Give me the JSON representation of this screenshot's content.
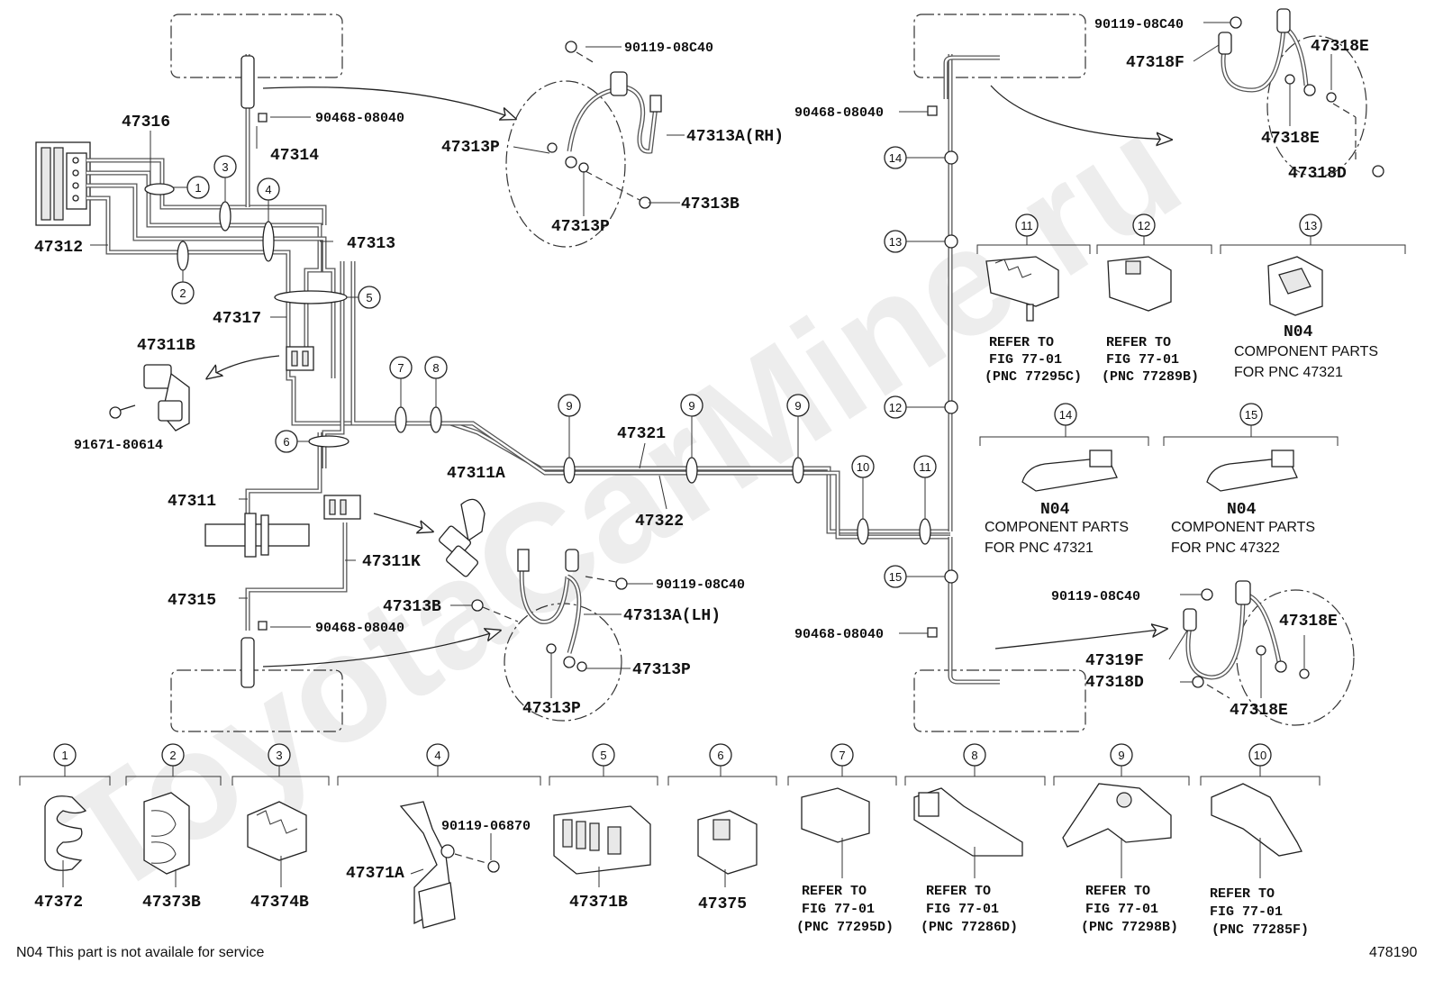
{
  "watermark": "ToyotaCarMine.ru",
  "diagram_id": "478190",
  "footnote": "N04  This part is not availale for service",
  "labels": {
    "p47316": "47316",
    "p47314": "47314",
    "p47312": "47312",
    "p47313": "47313",
    "p47317": "47317",
    "p47311B": "47311B",
    "p91671": "91671-80614",
    "p47311": "47311",
    "p47311K": "47311K",
    "p47315": "47315",
    "p47311A": "47311A",
    "p47321": "47321",
    "p47322": "47322",
    "p90468_tl": "90468-08040",
    "p90468_bl": "90468-08040",
    "p90468_tr": "90468-08040",
    "p90468_br": "90468-08040",
    "p90119_top": "90119-08C40",
    "p47313A_RH": "47313A(RH)",
    "p47313P_a": "47313P",
    "p47313P_b": "47313P",
    "p47313B_top": "47313B",
    "p90119_mid": "90119-08C40",
    "p47313B_bot": "47313B",
    "p47313A_LH": "47313A(LH)",
    "p47313P_c": "47313P",
    "p47313P_d": "47313P",
    "p90119_tr": "90119-08C40",
    "p47318F": "47318F",
    "p47318E_a": "47318E",
    "p47318E_b": "47318E",
    "p47318D_a": "47318D",
    "p90119_br": "90119-08C40",
    "p47319F": "47319F",
    "p47318D_b": "47318D",
    "p47318E_c": "47318E",
    "p47318E_d": "47318E",
    "p90119_06870": "90119-06870"
  },
  "callouts": {
    "c1": "1",
    "c2": "2",
    "c3": "3",
    "c4": "4",
    "c5": "5",
    "c6": "6",
    "c7": "7",
    "c8": "8",
    "c9a": "9",
    "c9b": "9",
    "c9c": "9",
    "c10": "10",
    "c11": "11",
    "c12": "12",
    "c13": "13",
    "c14": "14",
    "c15": "15"
  },
  "legend_top": [
    {
      "num": "11",
      "l1": "REFER TO",
      "l2": "FIG 77-01",
      "l3": "(PNC 77295C)"
    },
    {
      "num": "12",
      "l1": "REFER TO",
      "l2": "FIG 77-01",
      "l3": "(PNC 77289B)"
    },
    {
      "num": "13",
      "l1": "N04",
      "l2": "COMPONENT PARTS",
      "l3": "FOR PNC 47321"
    },
    {
      "num": "14",
      "l1": "N04",
      "l2": "COMPONENT PARTS",
      "l3": "FOR PNC 47321"
    },
    {
      "num": "15",
      "l1": "N04",
      "l2": "COMPONENT PARTS",
      "l3": "FOR PNC 47322"
    }
  ],
  "legend_bottom": [
    {
      "num": "1",
      "part": "47372"
    },
    {
      "num": "2",
      "part": "47373B"
    },
    {
      "num": "3",
      "part": "47374B"
    },
    {
      "num": "4",
      "part": "47371A"
    },
    {
      "num": "5",
      "part": "47371B"
    },
    {
      "num": "6",
      "part": "47375"
    },
    {
      "num": "7",
      "l1": "REFER TO",
      "l2": "FIG 77-01",
      "l3": "(PNC 77295D)"
    },
    {
      "num": "8",
      "l1": "REFER TO",
      "l2": "FIG 77-01",
      "l3": "(PNC 77286D)"
    },
    {
      "num": "9",
      "l1": "REFER TO",
      "l2": "FIG 77-01",
      "l3": "(PNC 77298B)"
    },
    {
      "num": "10",
      "l1": "REFER TO",
      "l2": "FIG 77-01",
      "l3": "(PNC 77285F)"
    }
  ]
}
